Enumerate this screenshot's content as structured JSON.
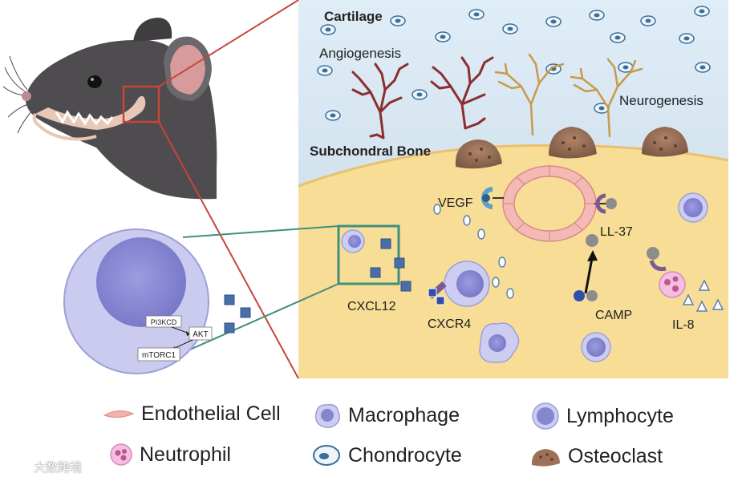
{
  "panel": {
    "cartilage": "Cartilage",
    "angiogenesis": "Angiogenesis",
    "neurogenesis": "Neurogenesis",
    "subchondral_bone": "Subchondral Bone",
    "vegf": "VEGF",
    "ll37": "LL-37",
    "cxcl12": "CXCL12",
    "cxcr4": "CXCR4",
    "camp": "CAMP",
    "il8": "IL-8"
  },
  "pathway": {
    "pi3kcd": "PI3KCD",
    "akt": "AKT",
    "mtorc1": "mTORC1"
  },
  "legend": {
    "endothelial_cell": "Endothelial  Cell",
    "macrophage": "Macrophage",
    "lymphocyte": "Lymphocyte",
    "neutrophil": "Neutrophil",
    "chondrocyte": "Chondrocyte",
    "osteoclast": "Osteoclast"
  },
  "watermark": "大数跨境",
  "colors": {
    "cartilage_bg": "#dbe9f3",
    "bone_bg": "#f8dd96",
    "zoom_line_red": "#c8453a",
    "zoom_line_green": "#3f8f7f",
    "cell_purple": "#8f8fd6",
    "vessel_red": "#8b2e2e",
    "nerve_tan": "#c89a4a"
  }
}
